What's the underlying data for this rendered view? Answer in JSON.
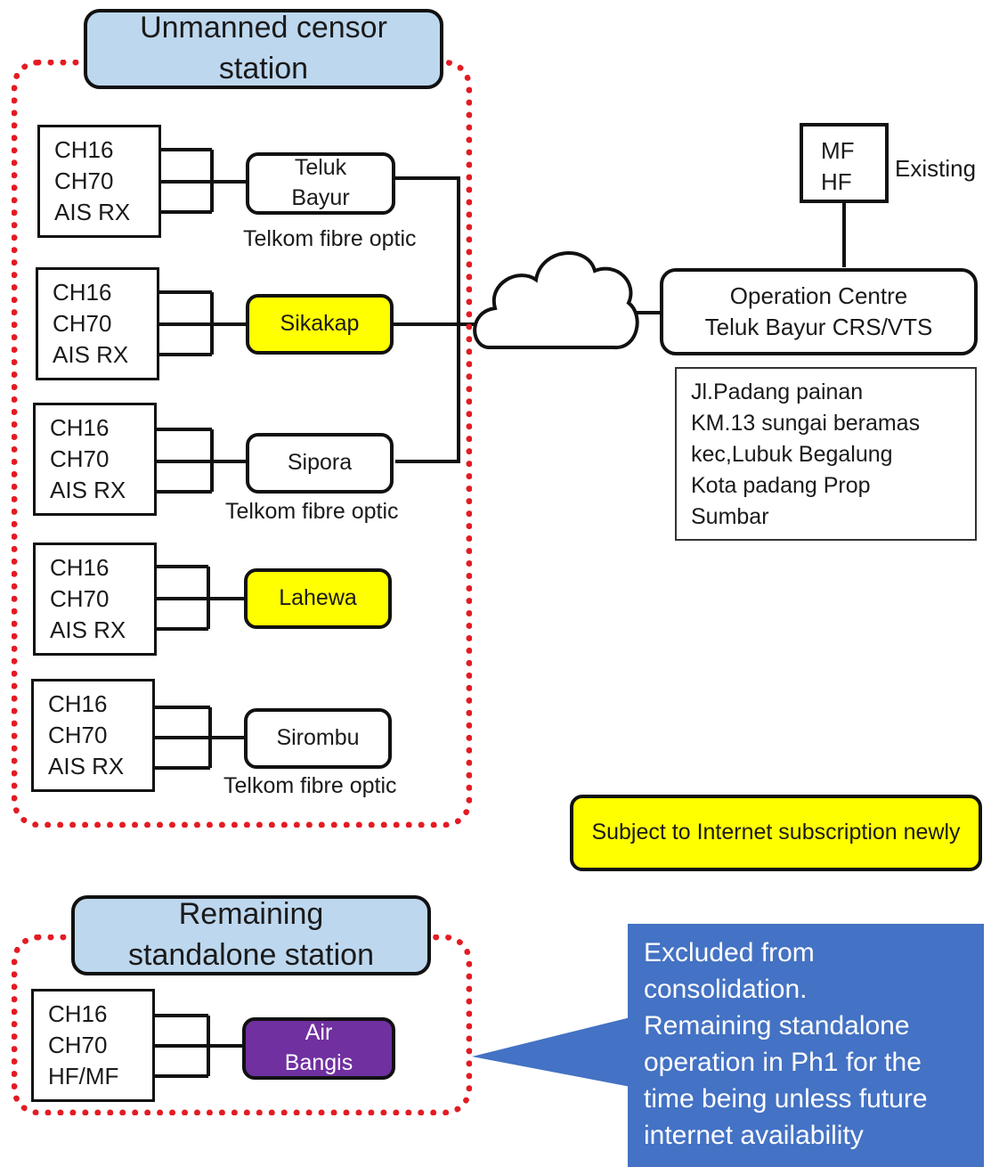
{
  "titles": {
    "unmanned": "Unmanned censor station",
    "remaining": "Remaining standalone station"
  },
  "channel_lines": [
    "CH16",
    "CH70",
    "AIS RX"
  ],
  "standalone_lines": [
    "CH16",
    "CH70",
    "HF/MF"
  ],
  "stations": [
    {
      "name": "Teluk Bayur",
      "link": "Telkom fibre optic"
    },
    {
      "name": "Sikakap",
      "link": ""
    },
    {
      "name": "Sipora",
      "link": "Telkom fibre optic"
    },
    {
      "name": "Lahewa",
      "link": ""
    },
    {
      "name": "Sirombu",
      "link": "Telkom fibre optic"
    }
  ],
  "standalone_station": "Air Bangis",
  "mfhf": [
    "MF",
    "HF"
  ],
  "existing_label": "Existing",
  "operation_centre": [
    "Operation Centre",
    "Teluk Bayur CRS/VTS"
  ],
  "address": [
    "Jl.Padang painan",
    "KM.13 sungai beramas",
    "kec,Lubuk Begalung",
    "Kota padang Prop",
    "Sumbar"
  ],
  "legend_yellow": "Subject to Internet subscription newly",
  "callout_text": [
    "Excluded from",
    "consolidation.",
    "Remaining standalone",
    "operation in Ph1 for the",
    "time being unless future",
    "internet availability"
  ],
  "colors": {
    "new_subscription": "#ffff00",
    "standalone": "#7030a0",
    "title_fill": "#bdd7ee",
    "dashed_border": "#e31b23",
    "callout": "#4472c4"
  }
}
